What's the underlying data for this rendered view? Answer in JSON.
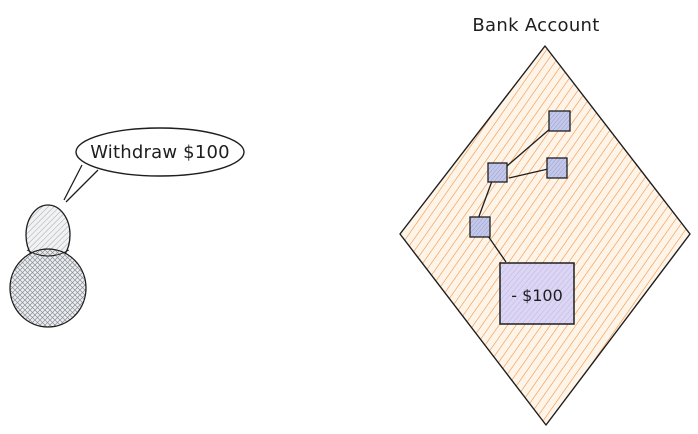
{
  "diagram": {
    "title": "Bank Account",
    "speech_bubble": "Withdraw $100",
    "transaction_label": "- $100",
    "colors": {
      "stroke": "#1e1e1e",
      "account_hatch": "#f08c3a",
      "account_fill": "#fff4e6",
      "node_fill": "#b8bfe6",
      "transaction_fill": "#d9d3f2",
      "person_hatch": "#8a8f96"
    }
  }
}
